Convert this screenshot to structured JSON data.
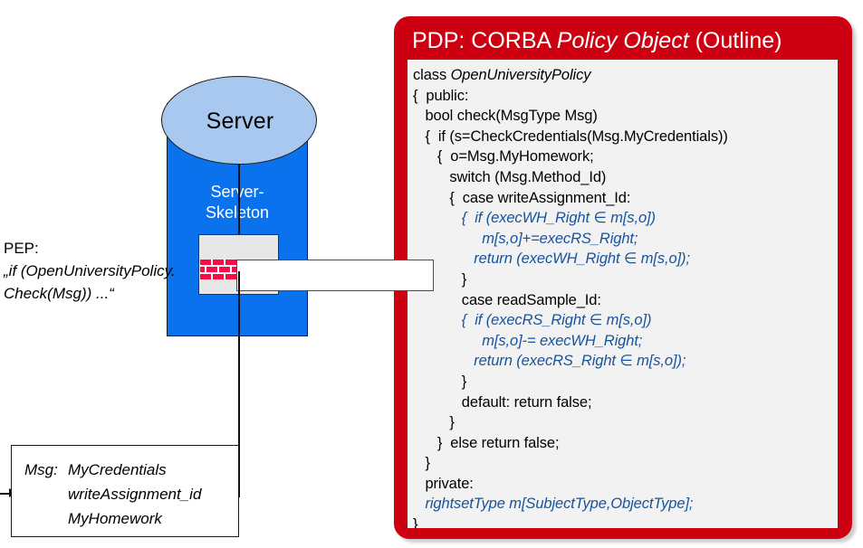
{
  "diagram": {
    "title_context": "PDP / PEP CORBA policy object diagram",
    "colors": {
      "panel_red": "#CC0011",
      "server_blue": "#0B72ED",
      "server_cap_blue": "#A8C8F0",
      "code_bg": "#F2F2F2",
      "code_blue": "#15539E",
      "brick_red": "#FA0A46"
    }
  },
  "server": {
    "cap_label": "Server",
    "skeleton_label_line1": "Server-",
    "skeleton_label_line2": "Skeleton",
    "firewall_icon": "firewall-brick-icon"
  },
  "pep": {
    "heading": "PEP:",
    "line1": "„if (OpenUniversityPolicy.",
    "line2": "Check(Msg)) ...“"
  },
  "msg_box": {
    "label": "Msg:",
    "fields": [
      "MyCredentials",
      "writeAssignment_id",
      "MyHomework"
    ]
  },
  "pdp": {
    "title_prefix": "PDP: CORBA ",
    "title_italic": "Policy Object",
    "title_suffix": " (Outline)",
    "code_lines": [
      {
        "text": "class ",
        "italic_tail": "OpenUniversityPolicy",
        "style": "black",
        "indent": 0
      },
      {
        "text": "{  public:",
        "style": "black",
        "indent": 0
      },
      {
        "text": "   bool check(MsgType Msg)",
        "style": "black",
        "indent": 0
      },
      {
        "text": "   {  if (s=CheckCredentials(Msg.MyCredentials))",
        "style": "black",
        "indent": 0
      },
      {
        "text": "      {  o=Msg.MyHomework;",
        "style": "black",
        "indent": 0
      },
      {
        "text": "         switch (Msg.Method_Id)",
        "style": "black",
        "indent": 0
      },
      {
        "text": "         {  case writeAssignment_Id:",
        "style": "black",
        "indent": 0
      },
      {
        "text": "            {  if (execWH_Right ∈ m[s,o])",
        "style": "blue",
        "indent": 0
      },
      {
        "text": "                 m[s,o]+=execRS_Right;",
        "style": "blue",
        "indent": 0
      },
      {
        "text": "               return (execWH_Right ∈ m[s,o]);",
        "style": "blue",
        "indent": 0
      },
      {
        "text": "            }",
        "style": "black",
        "indent": 0
      },
      {
        "text": "            case readSample_Id:",
        "style": "black",
        "indent": 0
      },
      {
        "text": "            {  if (execRS_Right ∈ m[s,o])",
        "style": "blue",
        "indent": 0
      },
      {
        "text": "                 m[s,o]-= execWH_Right;",
        "style": "blue",
        "indent": 0
      },
      {
        "text": "               return (execRS_Right ∈ m[s,o]);",
        "style": "blue",
        "indent": 0
      },
      {
        "text": "            }",
        "style": "black",
        "indent": 0
      },
      {
        "text": "            default: return false;",
        "style": "black",
        "indent": 0
      },
      {
        "text": "         }",
        "style": "black",
        "indent": 0
      },
      {
        "text": "      }  else return false;",
        "style": "black",
        "indent": 0
      },
      {
        "text": "   }",
        "style": "black",
        "indent": 0
      },
      {
        "text": "   private:",
        "style": "black",
        "indent": 0
      },
      {
        "text": "   rightsetType m[SubjectType,ObjectType];",
        "style": "blue",
        "indent": 0
      },
      {
        "text": "}",
        "style": "black",
        "indent": 0
      }
    ]
  }
}
